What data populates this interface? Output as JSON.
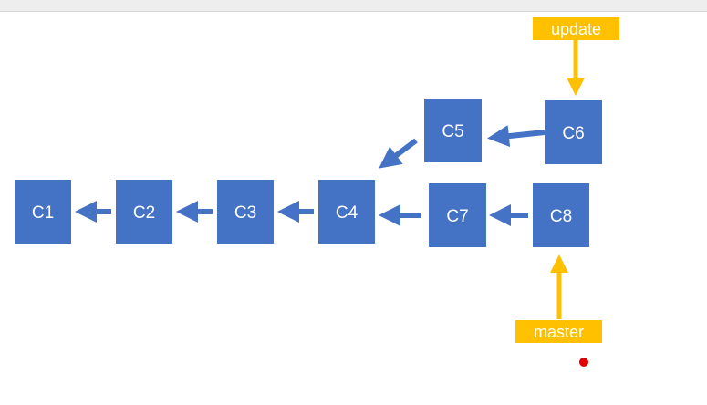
{
  "commits": [
    {
      "id": "c1",
      "label": "C1"
    },
    {
      "id": "c2",
      "label": "C2"
    },
    {
      "id": "c3",
      "label": "C3"
    },
    {
      "id": "c4",
      "label": "C4"
    },
    {
      "id": "c5",
      "label": "C5"
    },
    {
      "id": "c6",
      "label": "C6"
    },
    {
      "id": "c7",
      "label": "C7"
    },
    {
      "id": "c8",
      "label": "C8"
    }
  ],
  "edges": [
    {
      "from": "C2",
      "to": "C1"
    },
    {
      "from": "C3",
      "to": "C2"
    },
    {
      "from": "C4",
      "to": "C3"
    },
    {
      "from": "C5",
      "to": "C4"
    },
    {
      "from": "C6",
      "to": "C5"
    },
    {
      "from": "C7",
      "to": "C4"
    },
    {
      "from": "C8",
      "to": "C7"
    }
  ],
  "branches": [
    {
      "name": "update",
      "points_to": "C6"
    },
    {
      "name": "master",
      "points_to": "C8"
    }
  ],
  "colors": {
    "commit_fill": "#4472c4",
    "arrow": "#4472c4",
    "branch_fill": "#ffc000",
    "branch_arrow": "#ffc000",
    "pointer_dot": "#e00000"
  }
}
